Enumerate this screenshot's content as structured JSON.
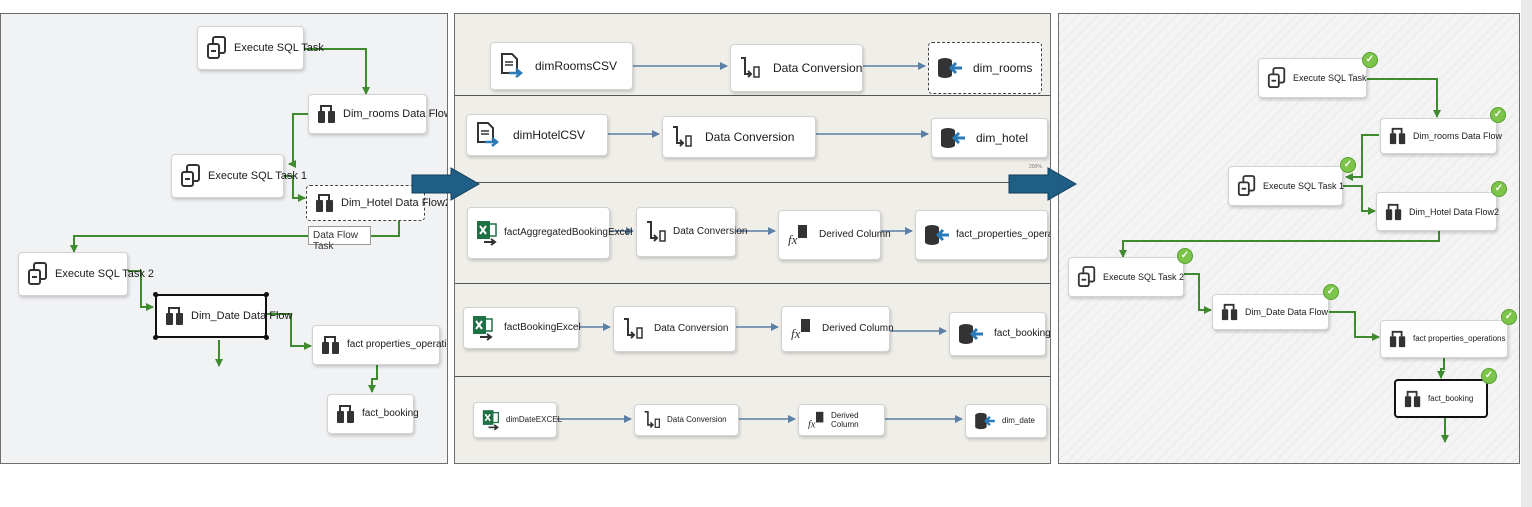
{
  "left": {
    "execute_sql_task": "Execute SQL Task",
    "dim_rooms_data_flow": "Dim_rooms Data Flow",
    "execute_sql_task_1": "Execute SQL Task 1",
    "dim_hotel_data_flow2": "Dim_Hotel Data Flow2",
    "tooltip": "Data Flow Task",
    "execute_sql_task_2": "Execute SQL Task 2",
    "dim_date_data_flow": "Dim_Date Data Flow",
    "fact_properties_operations": "fact properties_operations",
    "fact_booking": "fact_booking"
  },
  "middle": {
    "row1": {
      "source": "dimRoomsCSV",
      "conversion": "Data Conversion",
      "dest": "dim_rooms"
    },
    "row2": {
      "source": "dimHotelCSV",
      "conversion": "Data Conversion",
      "dest": "dim_hotel",
      "zoom": "200%"
    },
    "row3": {
      "source": "factAggregatedBookingExcel",
      "conversion": "Data Conversion",
      "derived": "Derived Column",
      "dest": "fact_properties_operations"
    },
    "row4": {
      "source": "factBookingExcel",
      "conversion": "Data Conversion",
      "derived": "Derived Column",
      "dest": "fact_booking"
    },
    "row5": {
      "source": "dimDateEXCEL",
      "conversion": "Data Conversion",
      "derived_line1": "Derived",
      "derived_line2": "Column",
      "dest": "dim_date"
    }
  },
  "right": {
    "execute_sql_task": "Execute SQL Task",
    "dim_rooms_data_flow": "Dim_rooms Data Flow",
    "execute_sql_task_1": "Execute SQL Task 1",
    "dim_hotel_data_flow2": "Dim_Hotel Data Flow2",
    "execute_sql_task_2": "Execute SQL Task 2",
    "dim_date_data_flow": "Dim_Date Data Flow",
    "fact_properties_operations": "fact properties_operations",
    "fact_booking": "fact_booking"
  },
  "colors": {
    "success_link": "#3f8a2f",
    "data_path": "#5b7fa6",
    "big_arrow": "#1f5f85",
    "check_green": "#7cc44a"
  },
  "icons": [
    "sql-task-icon",
    "data-flow-icon",
    "flat-file-source-icon",
    "excel-source-icon",
    "data-conversion-icon",
    "derived-column-icon",
    "destination-icon",
    "success-check-icon"
  ]
}
